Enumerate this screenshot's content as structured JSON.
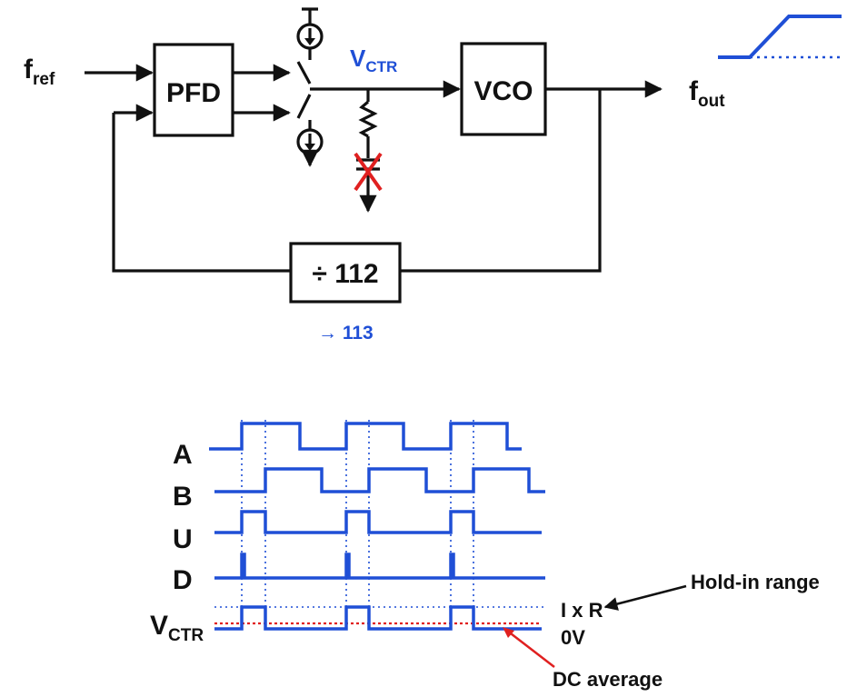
{
  "colors": {
    "wire": "#111111",
    "accent": "#1f4fd6",
    "highlight": "#e02020"
  },
  "loop": {
    "input": {
      "main": "f",
      "sub": "ref"
    },
    "output": {
      "main": "f",
      "sub": "out"
    },
    "pfd_label": "PFD",
    "vco_label": "VCO",
    "vctr": {
      "main": "V",
      "sub": "CTR"
    },
    "divider_label": "÷ 112",
    "divider_change": "→ 113"
  },
  "timing": {
    "signals": [
      {
        "id": "A",
        "label": "A"
      },
      {
        "id": "B",
        "label": "B"
      },
      {
        "id": "U",
        "label": "U"
      },
      {
        "id": "D",
        "label": "D"
      }
    ],
    "vctr": {
      "main": "V",
      "sub": "CTR"
    },
    "annotations": {
      "i_x_r": "I x R",
      "zero_v": "0V",
      "hold_in": "Hold-in range",
      "dc_average": "DC average"
    }
  }
}
